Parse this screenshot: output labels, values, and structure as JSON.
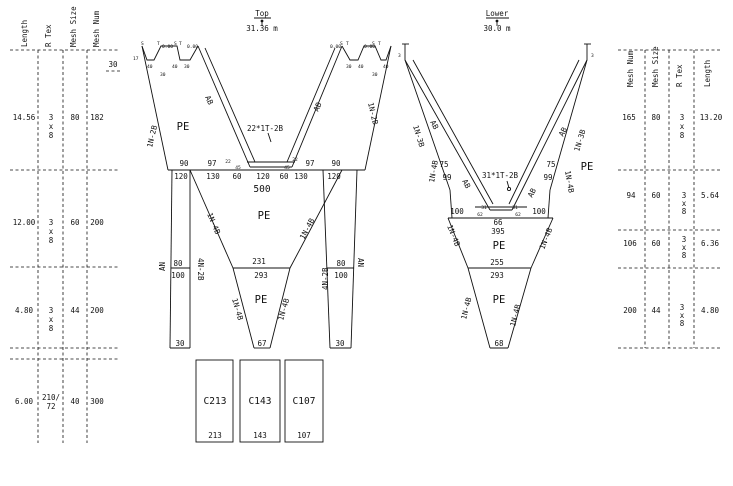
{
  "left_table": {
    "headers": [
      "Length",
      "R Tex",
      "Mesh Size",
      "Mesh Num"
    ],
    "corner_value": "30",
    "rows": [
      {
        "length": "14.56",
        "rtex": [
          "3",
          "x",
          "8"
        ],
        "mesh_size": "80",
        "mesh_num": "182"
      },
      {
        "length": "12.00",
        "rtex": [
          "3",
          "x",
          "8"
        ],
        "mesh_size": "60",
        "mesh_num": "200"
      },
      {
        "length": "4.80",
        "rtex": [
          "3",
          "x",
          "8"
        ],
        "mesh_size": "44",
        "mesh_num": "200"
      },
      {
        "length": "6.00",
        "rtex": [
          "210/",
          "72"
        ],
        "mesh_size": "40",
        "mesh_num": "300"
      }
    ]
  },
  "right_table": {
    "headers": [
      "Mesh Num",
      "Mesh Size",
      "R Tex",
      "Length"
    ],
    "rows": [
      {
        "mesh_num": "165",
        "mesh_size": "80",
        "rtex": [
          "3",
          "x",
          "8"
        ],
        "length": "13.20"
      },
      {
        "mesh_num": "94",
        "mesh_size": "60",
        "rtex": [
          "3",
          "x",
          "8"
        ],
        "length": "5.64"
      },
      {
        "mesh_num": "106",
        "mesh_size": "60",
        "rtex": [
          "3",
          "x",
          "8"
        ],
        "length": "6.36"
      },
      {
        "mesh_num": "200",
        "mesh_size": "44",
        "rtex": [
          "3",
          "x",
          "8"
        ],
        "length": "4.80"
      }
    ]
  },
  "top_panel": {
    "title": "Top",
    "headline": "31.36 m",
    "panel1": {
      "corner_labels": [
        "S",
        "T",
        "S",
        "T",
        "S",
        "T",
        "S",
        "T"
      ],
      "corner_small_labels": [
        "17",
        "0.00",
        "0.00",
        "0.00",
        "0.00"
      ],
      "fold_labels": [
        "40",
        "30",
        "40",
        "30",
        "30",
        "40",
        "30",
        "40"
      ],
      "edge_labels": [
        "1N-2B",
        "AB",
        "AB",
        "1N-2B"
      ],
      "material": "PE",
      "hanging_line": "22*1T-2B",
      "bottom_numbers": [
        "90",
        "97",
        "22",
        "45",
        "120",
        "45",
        "22",
        "97",
        "90"
      ]
    },
    "panel2": {
      "top_numbers": [
        "120",
        "130",
        "60",
        "120",
        "60",
        "130",
        "120"
      ],
      "center_number": "500",
      "material": "PE",
      "edge_labels": [
        "AN",
        "1N-4B",
        "1N-4B",
        "AN"
      ],
      "inner_left_labels": [
        "80",
        "100"
      ],
      "inner_right_labels": [
        "80",
        "100"
      ],
      "side_labels": [
        "4N-2B",
        "4N-2B"
      ],
      "bottom_numbers": [
        "231",
        "293"
      ]
    },
    "panel3": {
      "material": "PE",
      "edge_labels": [
        "1N-4B",
        "1N-4B"
      ],
      "bottom_numbers": [
        "30",
        "67",
        "30"
      ]
    }
  },
  "codend": [
    {
      "big": "C213",
      "small": "213"
    },
    {
      "big": "C143",
      "small": "143"
    },
    {
      "big": "C107",
      "small": "107"
    }
  ],
  "lower_panel": {
    "title": "Lower",
    "headline": "30.0 m",
    "corner_labels": [
      "3",
      "3"
    ],
    "panel1": {
      "edge_labels": [
        "1N-3B",
        "AB",
        "AB",
        "AB",
        "AB",
        "1N-3B",
        "1N-4B",
        "1N-4B"
      ],
      "numbers": [
        "75",
        "99",
        "75",
        "99",
        "100",
        "62",
        "31",
        "31",
        "62",
        "100"
      ],
      "hanging_line": "31*1T-2B",
      "material": "PE"
    },
    "panel2": {
      "top_numbers": [
        "66",
        "395"
      ],
      "material": "PE",
      "edge_labels": [
        "1N-4B",
        "1N-4B"
      ],
      "bottom_numbers": [
        "255",
        "293"
      ]
    },
    "panel3": {
      "material": "PE",
      "edge_labels": [
        "1N-4B",
        "1N-4B"
      ],
      "bottom_number": "68"
    }
  }
}
